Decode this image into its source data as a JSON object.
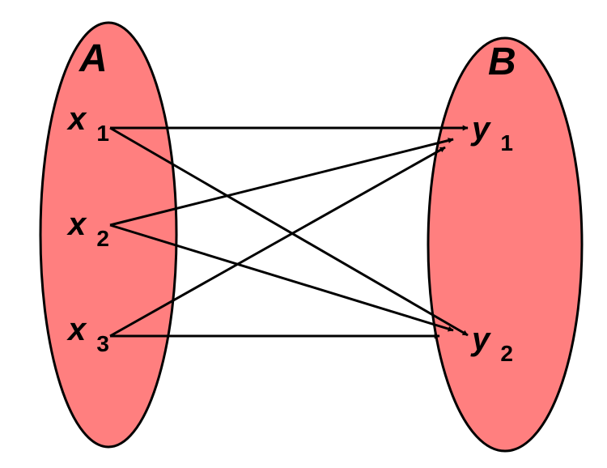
{
  "colors": {
    "set_fill": "#ff7f7f",
    "outline": "#000000",
    "arrow": "#000000"
  },
  "sets": {
    "a": {
      "label": "A"
    },
    "b": {
      "label": "B"
    }
  },
  "elements": {
    "x1": {
      "letter": "x",
      "sub": "1"
    },
    "x2": {
      "letter": "x",
      "sub": "2"
    },
    "x3": {
      "letter": "x",
      "sub": "3"
    },
    "y1": {
      "letter": "y",
      "sub": "1"
    },
    "y2": {
      "letter": "y",
      "sub": "2"
    }
  },
  "mappings": [
    {
      "from": "x1",
      "to": "y1"
    },
    {
      "from": "x1",
      "to": "y2"
    },
    {
      "from": "x2",
      "to": "y1"
    },
    {
      "from": "x2",
      "to": "y2"
    },
    {
      "from": "x3",
      "to": "y1"
    },
    {
      "from": "x3",
      "to": "y2"
    }
  ]
}
